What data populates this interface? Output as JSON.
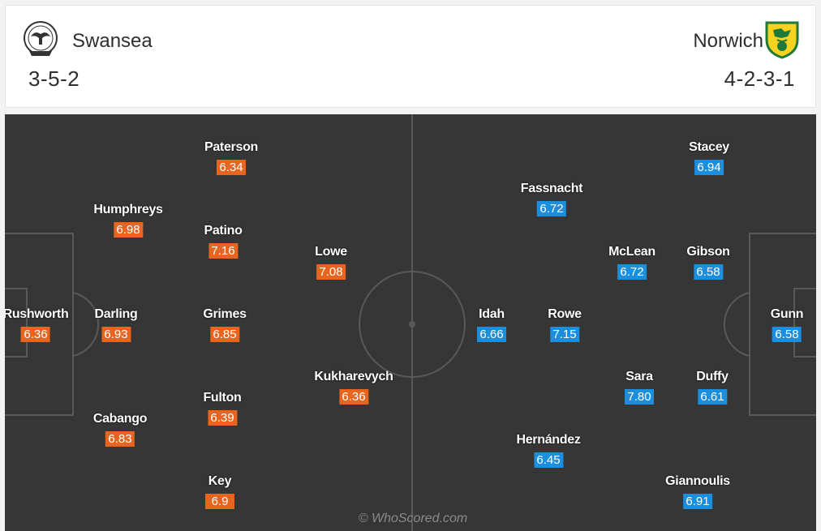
{
  "home": {
    "name": "Swansea",
    "formation": "3-5-2",
    "color": "#e8651f",
    "crest_icon": "swansea-swan-crest"
  },
  "away": {
    "name": "Norwich",
    "formation": "4-2-3-1",
    "color": "#1c8ede",
    "crest_icon": "norwich-canary-crest"
  },
  "home_players": [
    {
      "name": "Rushworth",
      "rating": "6.36"
    },
    {
      "name": "Humphreys",
      "rating": "6.98"
    },
    {
      "name": "Darling",
      "rating": "6.93"
    },
    {
      "name": "Cabango",
      "rating": "6.83"
    },
    {
      "name": "Paterson",
      "rating": "6.34"
    },
    {
      "name": "Patino",
      "rating": "7.16"
    },
    {
      "name": "Grimes",
      "rating": "6.85"
    },
    {
      "name": "Fulton",
      "rating": "6.39"
    },
    {
      "name": "Key",
      "rating": "6.9"
    },
    {
      "name": "Lowe",
      "rating": "7.08"
    },
    {
      "name": "Kukharevych",
      "rating": "6.36"
    }
  ],
  "away_players": [
    {
      "name": "Stacey",
      "rating": "6.94"
    },
    {
      "name": "Fassnacht",
      "rating": "6.72"
    },
    {
      "name": "McLean",
      "rating": "6.72"
    },
    {
      "name": "Gibson",
      "rating": "6.58"
    },
    {
      "name": "Idah",
      "rating": "6.66"
    },
    {
      "name": "Rowe",
      "rating": "7.15"
    },
    {
      "name": "Gunn",
      "rating": "6.58"
    },
    {
      "name": "Sara",
      "rating": "7.80"
    },
    {
      "name": "Duffy",
      "rating": "6.61"
    },
    {
      "name": "Hernández",
      "rating": "6.45"
    },
    {
      "name": "Giannoulis",
      "rating": "6.91"
    }
  ],
  "watermark": "© WhoScored.com"
}
